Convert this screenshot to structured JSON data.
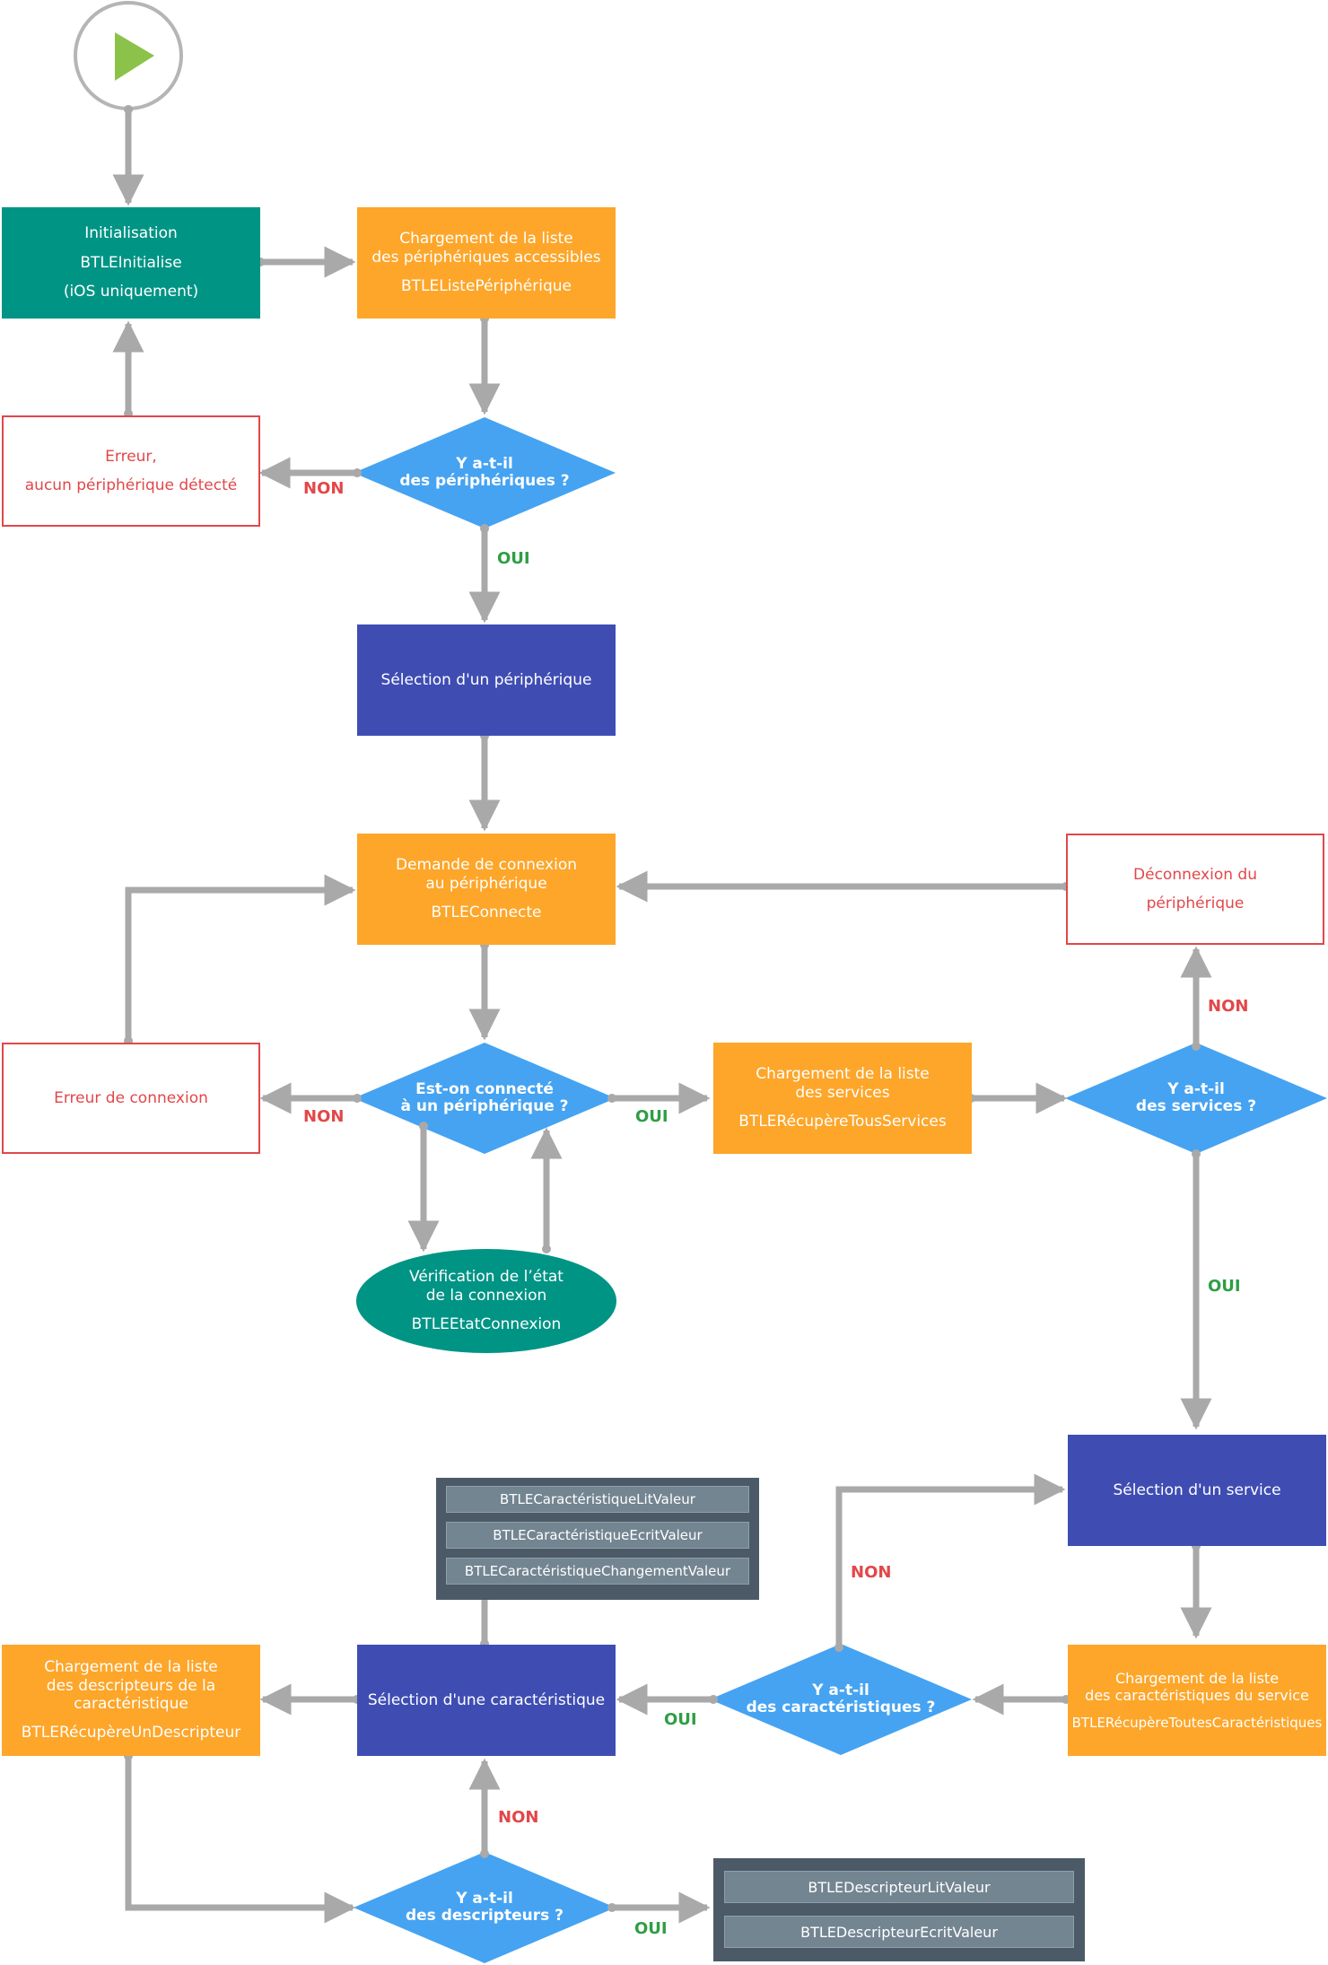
{
  "nodes": {
    "init": [
      "Initialisation",
      "BTLEInitialise",
      "(iOS uniquement)"
    ],
    "load_peripherals": [
      "Chargement de la liste",
      "des périphériques accessibles",
      "BTLEListePériphérique"
    ],
    "err_no_peripheral": [
      "Erreur,",
      "aucun périphérique détecté"
    ],
    "q_peripherals": [
      "Y a-t-il",
      "des périphériques ?"
    ],
    "select_peripheral": [
      "Sélection d'un périphérique"
    ],
    "connect_request": [
      "Demande de connexion",
      "au périphérique",
      "BTLEConnecte"
    ],
    "disconnect": [
      "Déconnexion du",
      "périphérique"
    ],
    "err_connection": [
      "Erreur de connexion"
    ],
    "q_connected": [
      "Est-on connecté",
      "à un périphérique ?"
    ],
    "load_services": [
      "Chargement de la liste",
      "des services",
      "BTLERécupèreTousServices"
    ],
    "q_services": [
      "Y a-t-il",
      "des services ?"
    ],
    "check_state": [
      "Vérification de l’état",
      "de la connexion",
      "BTLEEtatConnexion"
    ],
    "select_service": [
      "Sélection d'un service"
    ],
    "char_ops": [
      "BTLECaractéristiqueLitValeur",
      "BTLECaractéristiqueEcritValeur",
      "BTLECaractéristiqueChangementValeur"
    ],
    "load_descriptors": [
      "Chargement de la liste",
      "des descripteurs de la",
      "caractéristique",
      "BTLERécupèreUnDescripteur"
    ],
    "select_characteristic": [
      "Sélection d'une caractéristique"
    ],
    "q_characteristics": [
      "Y a-t-il",
      "des caractéristiques ?"
    ],
    "load_characteristics": [
      "Chargement de la liste",
      "des caractéristiques du service",
      "BTLERécupèreToutesCaractéristiques"
    ],
    "q_descriptors": [
      "Y a-t-il",
      "des descripteurs ?"
    ],
    "desc_ops": [
      "BTLEDescripteurLitValeur",
      "BTLEDescripteurEcritValeur"
    ]
  },
  "labels": {
    "non_peripherals": "NON",
    "oui_peripherals": "OUI",
    "non_services": "NON",
    "oui_services": "OUI",
    "non_connected": "NON",
    "oui_connected": "OUI",
    "non_characteristics": "NON",
    "oui_characteristics": "OUI",
    "non_descriptors": "NON",
    "oui_descriptors": "OUI"
  },
  "colors": {
    "teal": "#009485",
    "orange": "#fda62a",
    "navy": "#3f4db3",
    "diamond": "#45a3f2",
    "error": "#e2474a",
    "arrow": "#a9a9a9",
    "start": "#8bc34a",
    "yes": "#2f9e44",
    "panel": "#4b5a66"
  }
}
